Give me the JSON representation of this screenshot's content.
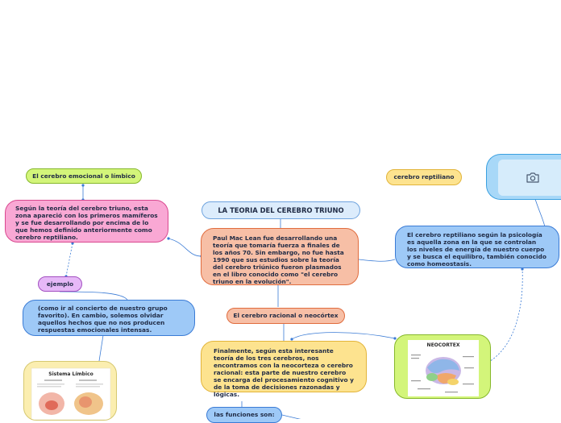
{
  "nodes": {
    "emocional": "El cerebro emocional o límbico",
    "limbic_text": "Según la teoría del cerebro triuno, esta zona apareció con los primeros mamíferos y se fue desarrollando por encima de lo que hemos definido anteriormente como cerebro reptiliano.",
    "ejemplo": "ejemplo",
    "ejemplo_text": "(como ir al concierto de nuestro grupo favorito). En cambio, solemos olvidar aquellos hechos que no nos producen respuestas emocionales intensas.",
    "title": "LA TEORIA DEL CEREBRO TRIUNO",
    "center_text": "Paul Mac Lean fue desarrollando una teoría que tomaría fuerza a finales de los años 70. Sin embargo, no fue hasta 1990 que sus estudios sobre la teoría del cerebro triúnico fueron plasmados en el libro conocido como \"el cerebro triuno en la evolución\".",
    "racional": "El cerebro racional o neocórtex",
    "racional_text": "Finalmente, según esta interesante teoría de los tres cerebros, nos encontramos con la neocorteza o cerebro racional: esta parte de nuestro cerebro se encarga del procesamiento cognitivo y de la toma de decisiones razonadas y lógicas.",
    "funciones": "las funciones son:",
    "reptiliano": "cerebro reptiliano",
    "reptiliano_text": "El cerebro reptiliano según la psicología es aquella zona en la que se controlan los niveles de energía de nuestro cuerpo y se busca el equilibro, también conocido como homeostasis."
  },
  "images": {
    "limbico_title": "Sistema Límbico",
    "neocortex_title": "NEOCORTEX"
  },
  "icons": {
    "camera": "camera-icon"
  },
  "colors": {
    "green": "#d3f57a",
    "pink": "#f9a8d4",
    "blue": "#9ec9f7",
    "salmon": "#f7bfa6",
    "yellow": "#fde38f",
    "purple": "#e6b8f7",
    "line": "#3a7bd5"
  }
}
